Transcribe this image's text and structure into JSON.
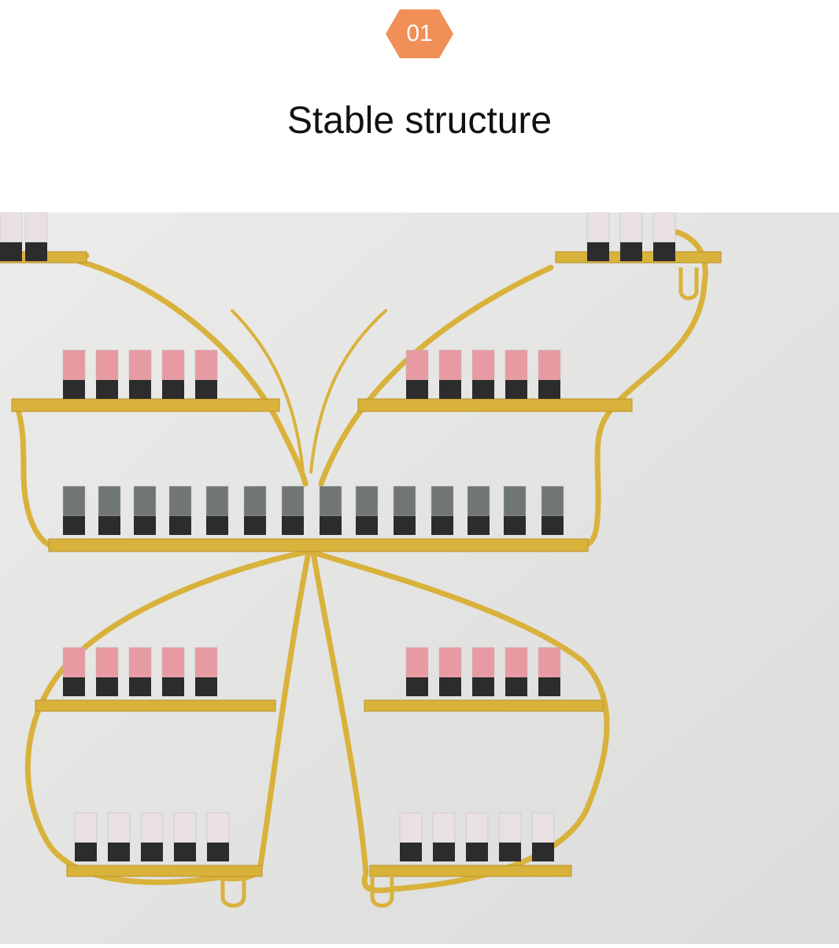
{
  "badge": {
    "number": "01",
    "color": "#f08f57"
  },
  "heading": {
    "title": "Stable structure"
  },
  "photo": {
    "subject": "butterfly-shelf",
    "colors": {
      "wall": "#e6e6e4",
      "gold": "#d9b23c",
      "pink": "#e89aa2",
      "gray_clear": "#707674",
      "light_clear": "#e8e0e2",
      "cap": "#2c2c2c"
    }
  }
}
